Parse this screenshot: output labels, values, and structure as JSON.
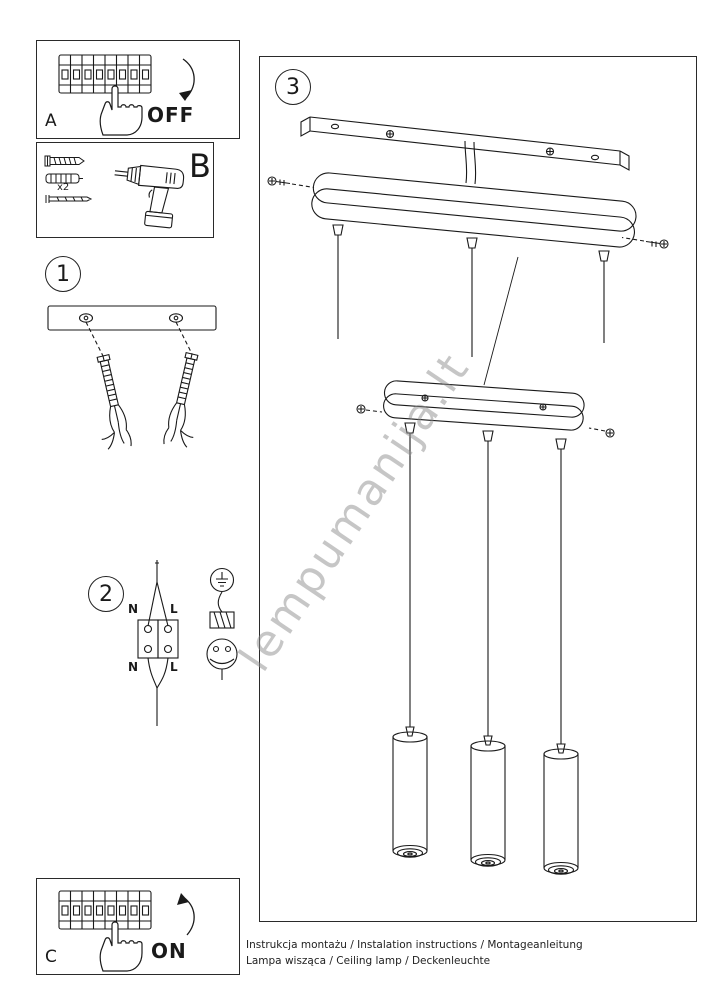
{
  "steps": {
    "step1_label": "1",
    "step2_label": "2",
    "step3_label": "3"
  },
  "panels": {
    "a_label": "A",
    "b_label": "B",
    "c_label": "C",
    "off_label": "OFF",
    "on_label": "ON",
    "screw_qty": "x2"
  },
  "wiring": {
    "neutral_label": "N",
    "live_label": "L"
  },
  "document": {
    "watermark": "lempumanija.lt",
    "footer_line1": "Instrukcja montażu / Instalation instructions / Montageanleitung",
    "footer_line2": "Lampa wisząca / Ceiling lamp / Deckenleuchte"
  },
  "colors": {
    "ink": "#1a1a1a",
    "frame": "#2a2a2a",
    "watermark": "#8f8f8f"
  }
}
